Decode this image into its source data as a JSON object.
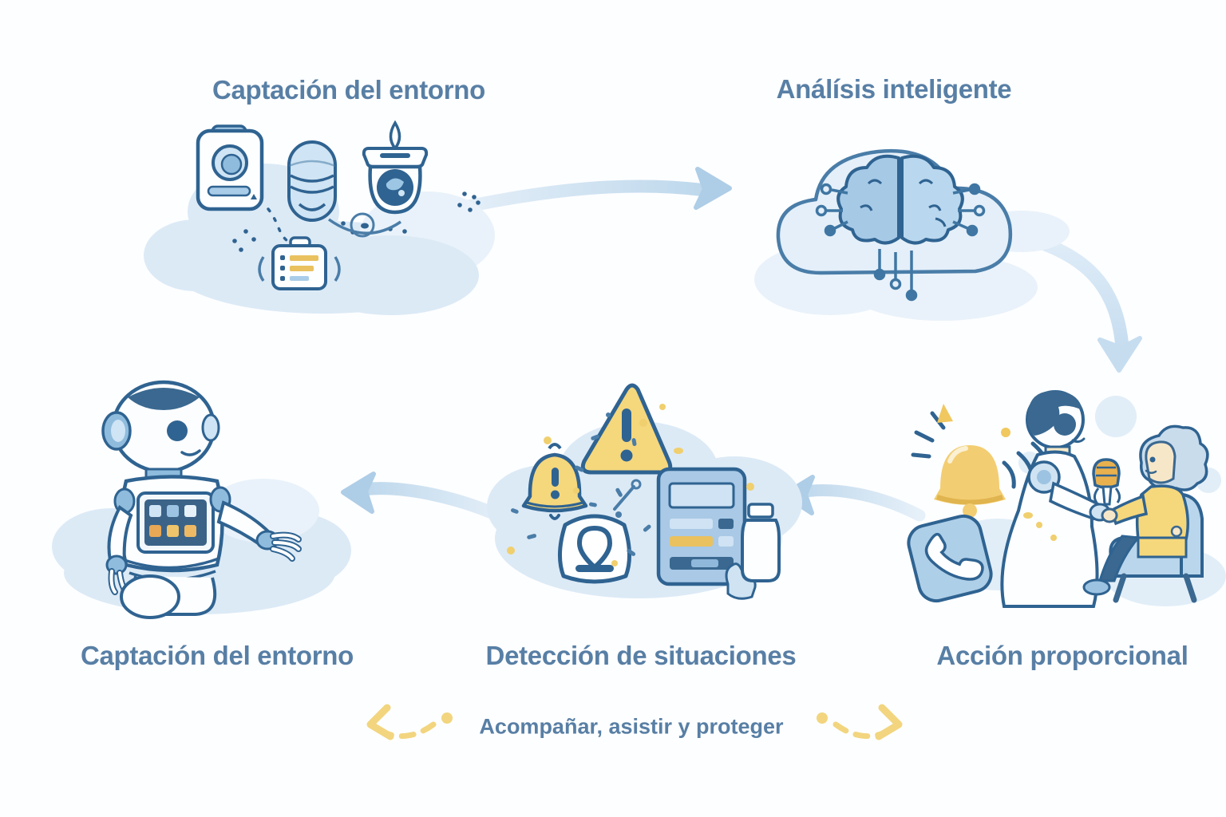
{
  "colors": {
    "background": "#fdfeff",
    "label_text": "#587fa5",
    "outline_blue": "#2f6391",
    "mid_blue": "#4a7da8",
    "cloud_fill": "#dceaf6",
    "light_blue_fill": "#cfe4f4",
    "arrow_blue": "#cadff0",
    "accent_yellow": "#f5d77c",
    "accent_orange": "#e8a855"
  },
  "diagram": {
    "stages": [
      {
        "id": "captacion-sensores",
        "label": "Captación del entorno",
        "icons": [
          "doorbell-sensor-icon",
          "motion-sensor-icon",
          "security-camera-icon",
          "checklist-device-icon"
        ]
      },
      {
        "id": "analisis",
        "label": "Análísis inteligente",
        "icons": [
          "cloud-icon",
          "ai-brain-icon",
          "circuit-nodes-icon"
        ]
      },
      {
        "id": "accion",
        "label": "Acción proporcional",
        "icons": [
          "ringing-bell-icon",
          "phone-call-icon",
          "caregiver-robot-icon",
          "elderly-person-icon",
          "armchair-icon"
        ]
      },
      {
        "id": "deteccion",
        "label": "Detección de situaciones",
        "icons": [
          "warning-triangle-icon",
          "alert-bell-icon",
          "location-shield-icon",
          "monitoring-tablet-icon",
          "medicine-bottle-icon",
          "hand-icon"
        ]
      },
      {
        "id": "captacion-robot",
        "label": "Captación del entorno",
        "icons": [
          "companion-robot-icon"
        ]
      }
    ],
    "tagline": "Acompañar, asistir y proteger",
    "flow": [
      "captacion-sensores → analisis",
      "analisis → accion",
      "accion → deteccion",
      "deteccion → captacion-robot"
    ]
  }
}
